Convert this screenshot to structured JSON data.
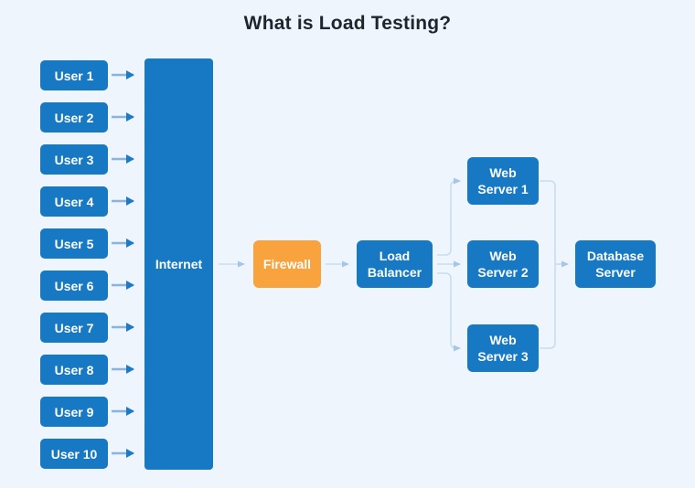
{
  "title": "What is Load Testing?",
  "users": [
    "User 1",
    "User 2",
    "User 3",
    "User 4",
    "User 5",
    "User 6",
    "User 7",
    "User 8",
    "User 9",
    "User 10"
  ],
  "nodes": {
    "internet": "Internet",
    "firewall": "Firewall",
    "load_balancer": "Load Balancer",
    "web_server_1": "Web Server 1",
    "web_server_2": "Web Server 2",
    "web_server_3": "Web Server 3",
    "database_server": "Database Server"
  },
  "colors": {
    "background": "#eef5fc",
    "node_blue": "#1778c4",
    "node_orange": "#f8a33e",
    "node_text": "#ffffff",
    "title_text": "#1e252e",
    "user_arrow_shaft": "#8ab4e0",
    "user_arrow_head": "#1f7ac6",
    "connector": "#c9ddef",
    "connector_head": "#a5c6e7"
  }
}
